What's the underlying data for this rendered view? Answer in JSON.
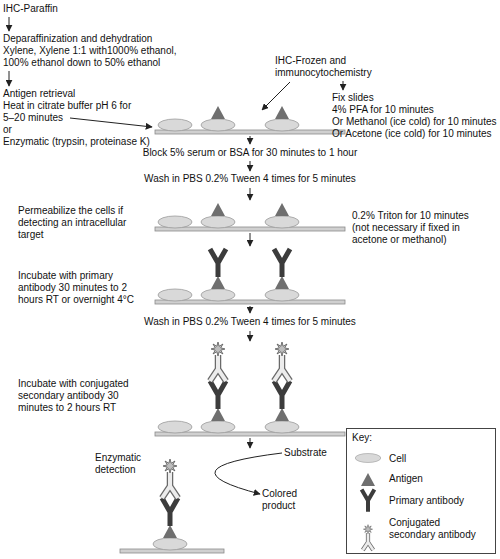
{
  "diagram": {
    "nodes": [
      {
        "text": [
          "IHC-Paraffin"
        ]
      },
      {
        "text": [
          "Deparaffinization and dehydration",
          "Xylene, Xylene 1:1 with1000% ethanol, 100% ethanol down to 50% ethanol"
        ]
      },
      {
        "text": [
          "IHC-Frozen and immunocytochemistry"
        ]
      },
      {
        "text": [
          "Antigen retrieval",
          "Heat in citrate buffer pH 6 for 5–20 minutes",
          "or",
          "Enzymatic (trypsin, proteinase K)"
        ]
      },
      {
        "text": [
          "Fix slides",
          "4% PFA for 10 minutes",
          "Or Methanol (ice cold) for 10 minutes",
          "Or Acetone (ice cold) for 10 minutes"
        ]
      },
      {
        "text": [
          "Block 5% serum or BSA for 30 minutes to 1 hour"
        ]
      },
      {
        "text": [
          "Wash in PBS 0.2% Tween 4 times for 5 minutes"
        ]
      },
      {
        "text": [
          "Permeabilize the cells if detecting an intracellular target"
        ]
      },
      {
        "text": [
          "0.2% Triton for 10 minutes (not necessary if fixed in acetone or methanol)"
        ]
      },
      {
        "text": [
          "Incubate with primary antibody 30 minutes to 2 hours RT or overnight 4°C"
        ]
      },
      {
        "text": [
          "Wash in PBS 0.2% Tween 4 times for 5 minutes"
        ]
      },
      {
        "text": [
          "Incubate with conjugated secondary antibody 30 minutes to 2 hours RT"
        ]
      },
      {
        "text": [
          "Enzymatic detection"
        ]
      },
      {
        "text": [
          "Substrate"
        ]
      },
      {
        "text": [
          "Colored product"
        ]
      },
      {
        "text": [
          "Key:"
        ]
      }
    ],
    "edges": [
      {
        "from": 0,
        "to": 1,
        "arrow": "to"
      },
      {
        "from": 1,
        "to": 3,
        "arrow": "to"
      },
      {
        "from": 2,
        "to": 4,
        "arrow": "to"
      },
      {
        "from": 5,
        "to": 6,
        "arrow": "to"
      },
      {
        "from": 13,
        "to": 14,
        "arrow": "to"
      }
    ],
    "legend": [
      {
        "text": "Cell"
      },
      {
        "text": "Antigen"
      },
      {
        "text": "Primary antibody"
      },
      {
        "text": "Conjugated secondary antibody"
      }
    ]
  }
}
